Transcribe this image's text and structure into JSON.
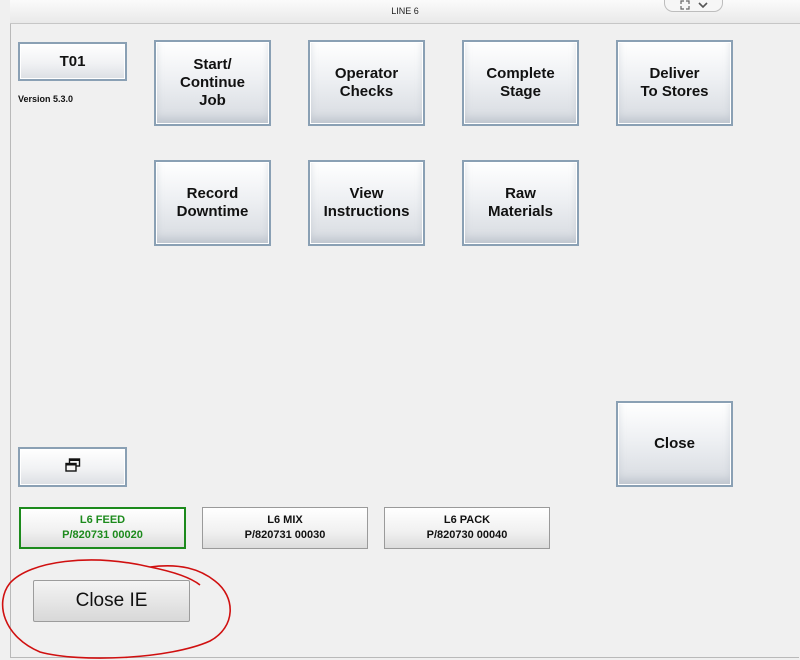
{
  "window": {
    "title": "LINE 6"
  },
  "header": {
    "terminal_label": "T01",
    "version": "Version 5.3.0"
  },
  "menu": {
    "start_continue_job": "Start/\nContinue\nJob",
    "operator_checks": "Operator\nChecks",
    "complete_stage": "Complete\nStage",
    "deliver_to_stores": "Deliver\nTo Stores",
    "record_downtime": "Record\nDowntime",
    "view_instructions": "View\nInstructions",
    "raw_materials": "Raw\nMaterials",
    "close": "Close"
  },
  "stages": [
    {
      "name": "L6 FEED",
      "order": "P/820731 00020",
      "active": true
    },
    {
      "name": "L6 MIX",
      "order": "P/820731 00030",
      "active": false
    },
    {
      "name": "L6 PACK",
      "order": "P/820730 00040",
      "active": false
    }
  ],
  "footer": {
    "close_ie": "Close IE"
  },
  "colors": {
    "active_stage": "#1c8a1c",
    "annotation": "#d01010"
  },
  "icons": {
    "restore": "restore-window-icon",
    "tab_expand": "expand-icon",
    "tab_collapse": "chevron-down-icon"
  }
}
